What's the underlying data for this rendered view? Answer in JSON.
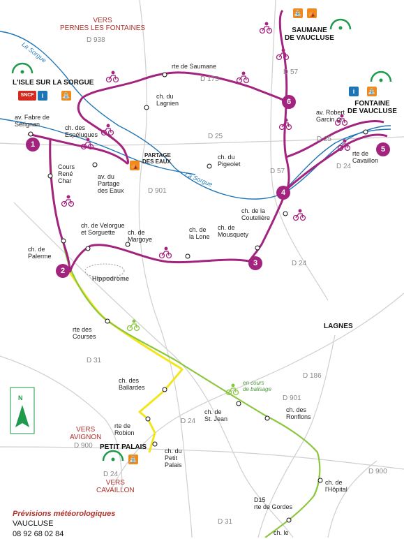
{
  "towns": {
    "lisle": "L'ISLE SUR LA SORGUE",
    "saumane": "SAUMANE\nDE VAUCLUSE",
    "fontaine": "FONTAINE\nDE VAUCLUSE",
    "lagnes": "LAGNES",
    "petit_palais": "PETIT PALAIS",
    "partage": "PARTAGE\nDES EAUX",
    "hippodrome": "Hippodrome"
  },
  "directions": {
    "pernes": "VERS\nPERNES LES FONTAINES",
    "avignon": "VERS\nAVIGNON",
    "cavaillon": "VERS\nCAVAILLON"
  },
  "rivers": [
    "La Sorgue",
    "La Sorgue"
  ],
  "roads": [
    "D 938",
    "D 175",
    "D 57",
    "D 25",
    "D 25",
    "D 57",
    "D 24",
    "D 901",
    "D 24",
    "D 31",
    "D 186",
    "D 901",
    "D 900",
    "D 24",
    "D 24",
    "D 900",
    "D 31"
  ],
  "waypoints": {
    "fabre": "av. Fabre de\nSérignan",
    "espelugues": "ch. des\nEspélugues",
    "cours_rene_char": "Cours\nRené\nChar",
    "partage_eaux": "av. du\nPartage\ndes Eaux",
    "saumane_rte": "rte de Saumane",
    "lagnien": "ch. du\nLagnien",
    "pigeolet": "ch. du\nPigeolet",
    "robert_garcin": "av. Robert\nGarcin",
    "cavaillon_rte": "rte de\nCavaillon",
    "couteliere": "ch. de la\nCoutelière",
    "velorgue": "ch. de Velorgue\net Sorguette",
    "margoye": "ch. de\nMargoye",
    "la_lone": "ch. de\nla Lone",
    "mousquety": "ch. de\nMousquety",
    "palerme": "ch. de\nPalerme",
    "courses": "rte des\nCourses",
    "ballardes": "ch. des\nBallardes",
    "st_jean": "ch. de\nSt. Jean",
    "ronflons": "ch. des\nRonflons",
    "robion": "rte de\nRobion",
    "petit_palais_ch": "ch. du\nPetit\nPalais",
    "hopital": "ch. de\nl'Hôpital",
    "gordes": "D15\nrte de Gordes",
    "le": "ch. le"
  },
  "balisage": "en cours\nde balisage",
  "markers": [
    "1",
    "2",
    "3",
    "4",
    "5",
    "6"
  ],
  "icons": {
    "sncf": "SNCF",
    "info": "i",
    "compass_n": "N"
  },
  "footer": {
    "title": "Prévisions météorologiques",
    "region": "VAUCLUSE",
    "phone": "08 92 68 02 84"
  },
  "colors": {
    "route_main": "#a2247f",
    "route_green": "#8cc63f",
    "route_yellow": "#f3e51d",
    "river": "#1f74b4",
    "road": "#c9c9c9",
    "direction": "#b0302a",
    "orange_icon": "#f08a1c",
    "green_arrow": "#1f9a4a"
  }
}
